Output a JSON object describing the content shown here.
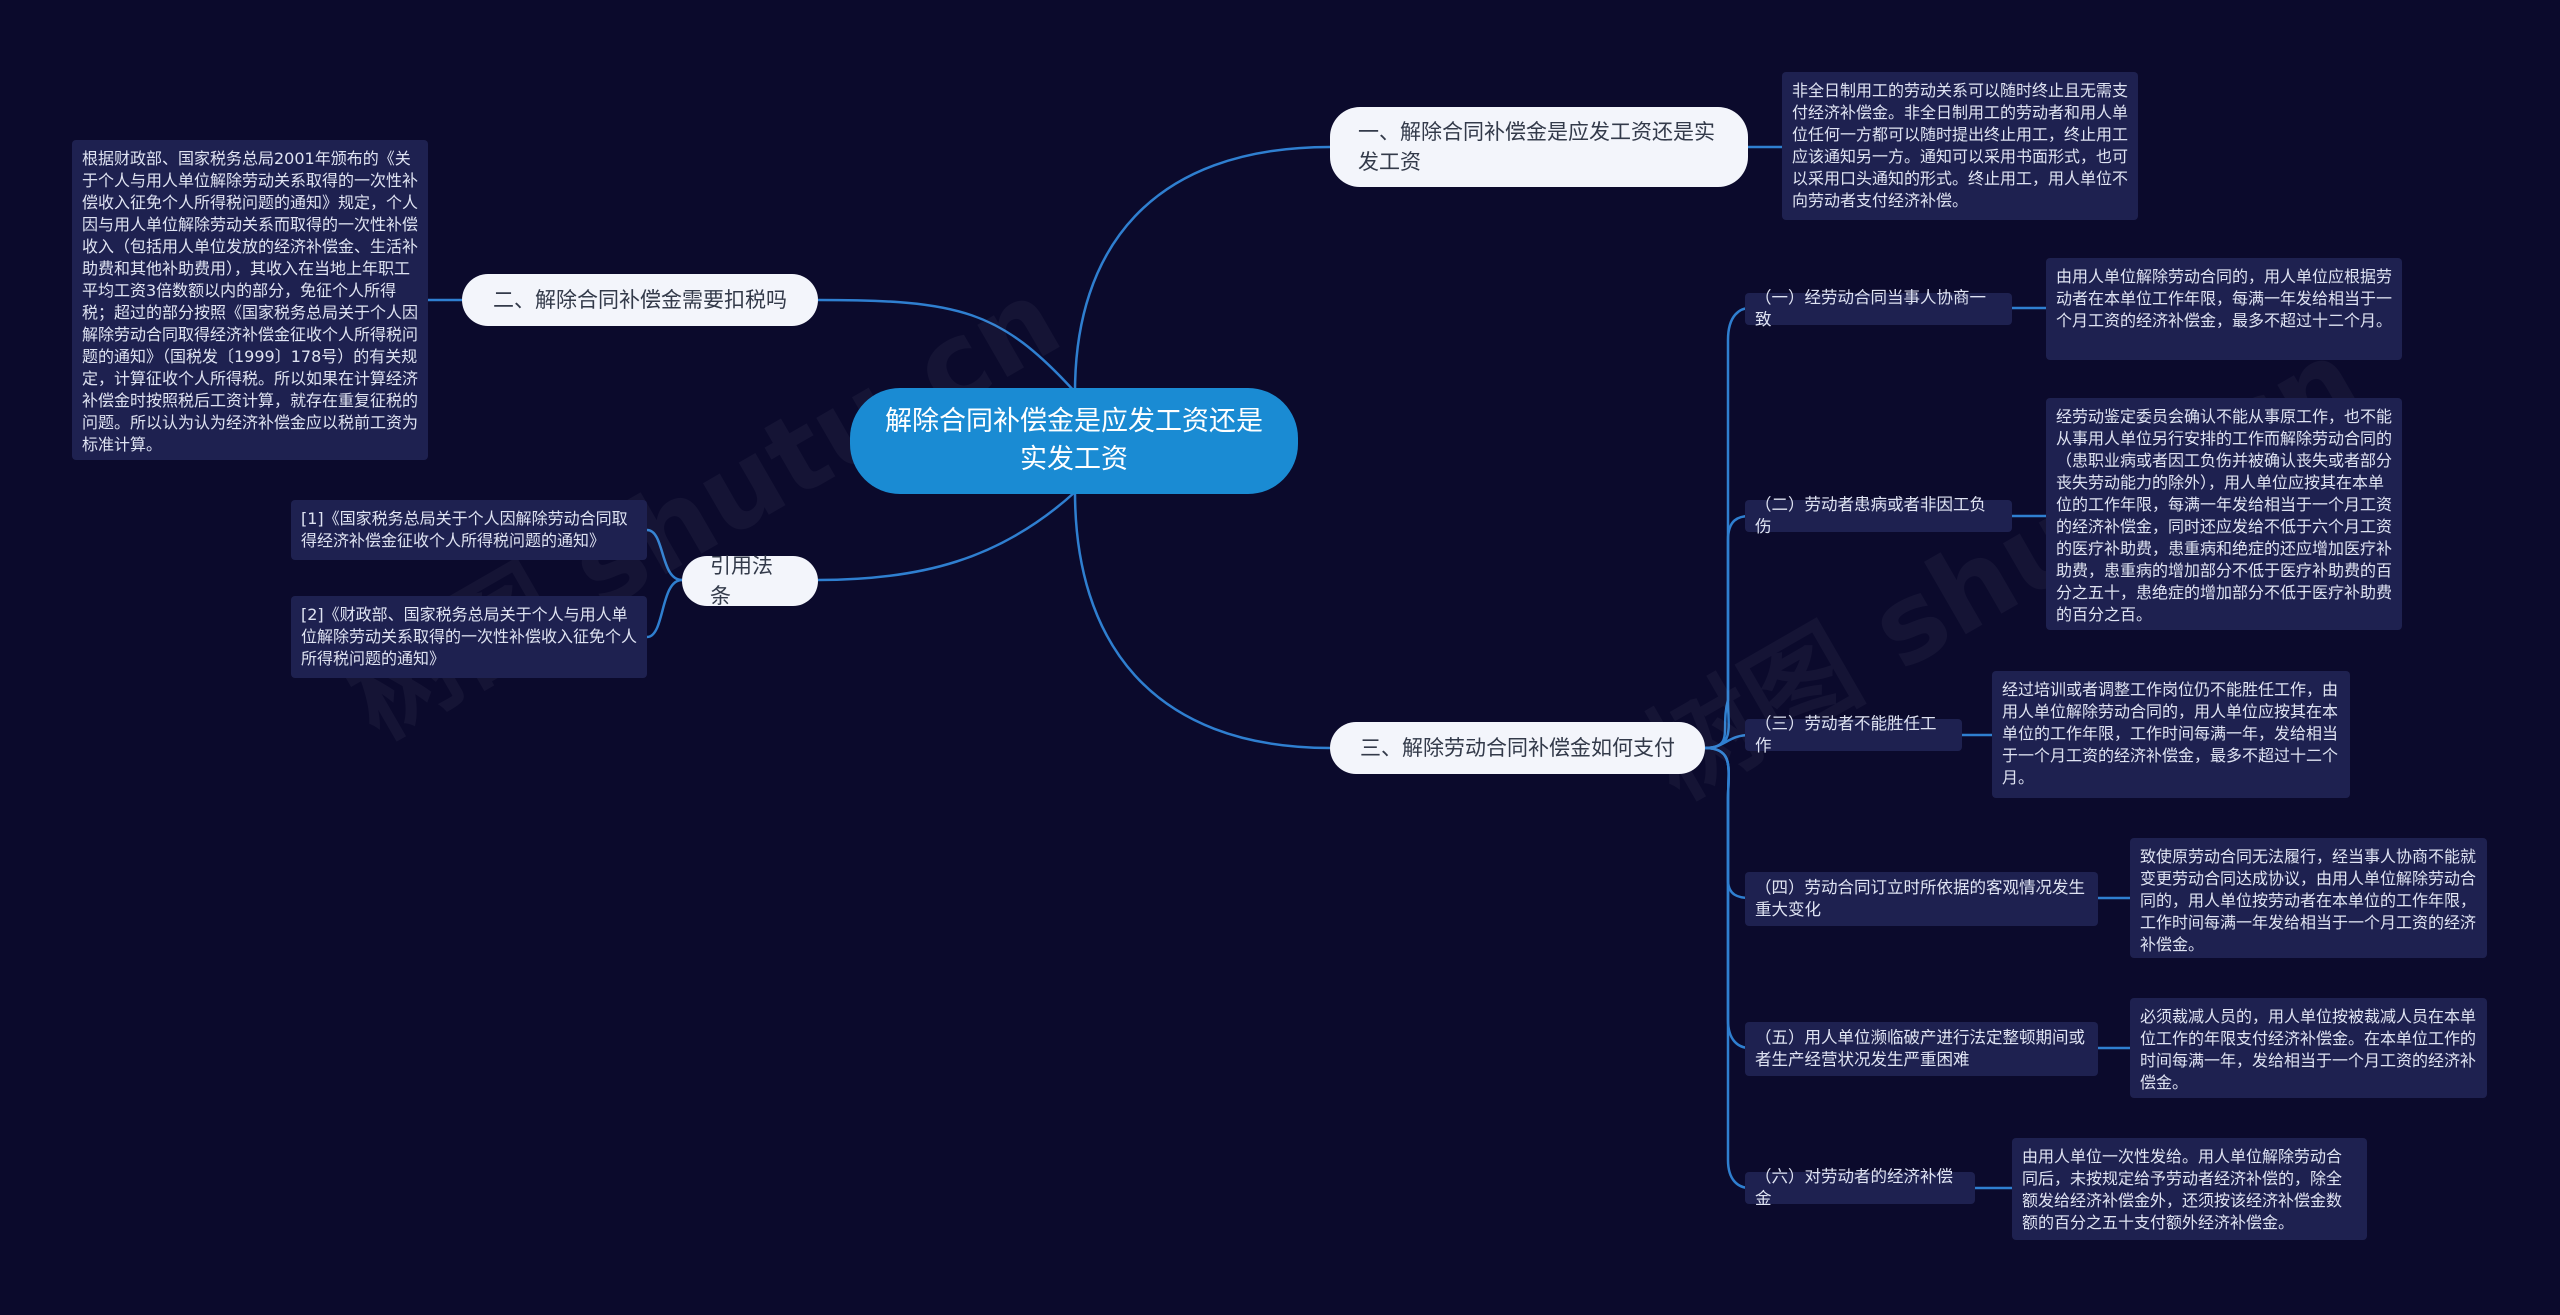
{
  "root": {
    "label": "解除合同补偿金是应发工资还是实发工资"
  },
  "watermark": "树图 shutu.cn",
  "branches": {
    "b1": {
      "label": "一、解除合同补偿金是应发工资还是实发工资",
      "text": "非全日制用工的劳动关系可以随时终止且无需支付经济补偿金。非全日制用工的劳动者和用人单位任何一方都可以随时提出终止用工，终止用工应该通知另一方。通知可以采用书面形式，也可以采用口头通知的形式。终止用工，用人单位不向劳动者支付经济补偿。"
    },
    "b2": {
      "label": "二、解除合同补偿金需要扣税吗",
      "text": "根据财政部、国家税务总局2001年颁布的《关于个人与用人单位解除劳动关系取得的一次性补偿收入征免个人所得税问题的通知》规定，个人因与用人单位解除劳动关系而取得的一次性补偿收入（包括用人单位发放的经济补偿金、生活补助费和其他补助费用），其收入在当地上年职工平均工资3倍数额以内的部分，免征个人所得税；超过的部分按照《国家税务总局关于个人因解除劳动合同取得经济补偿金征收个人所得税问题的通知》（国税发〔1999〕178号）的有关规定，计算征收个人所得税。所以如果在计算经济补偿金时按照税后工资计算，就存在重复征税的问题。所以认为认为经济补偿金应以税前工资为标准计算。"
    },
    "b3": {
      "label": "引用法条",
      "refs": [
        "[1]《国家税务总局关于个人因解除劳动合同取得经济补偿金征收个人所得税问题的通知》",
        "[2]《财政部、国家税务总局关于个人与用人单位解除劳动关系取得的一次性补偿收入征免个人所得税问题的通知》"
      ]
    },
    "b4": {
      "label": "三、解除劳动合同补偿金如何支付",
      "items": [
        {
          "label": "（一）经劳动合同当事人协商一致",
          "text": "由用人单位解除劳动合同的，用人单位应根据劳动者在本单位工作年限，每满一年发给相当于一个月工资的经济补偿金，最多不超过十二个月。"
        },
        {
          "label": "（二）劳动者患病或者非因工负伤",
          "text": "经劳动鉴定委员会确认不能从事原工作，也不能从事用人单位另行安排的工作而解除劳动合同的（患职业病或者因工负伤并被确认丧失或者部分丧失劳动能力的除外），用人单位应按其在本单位的工作年限，每满一年发给相当于一个月工资的经济补偿金，同时还应发给不低于六个月工资的医疗补助费，患重病和绝症的还应增加医疗补助费，患重病的增加部分不低于医疗补助费的百分之五十，患绝症的增加部分不低于医疗补助费的百分之百。"
        },
        {
          "label": "（三）劳动者不能胜任工作",
          "text": "经过培训或者调整工作岗位仍不能胜任工作，由用人单位解除劳动合同的，用人单位应按其在本单位的工作年限，工作时间每满一年，发给相当于一个月工资的经济补偿金，最多不超过十二个月。"
        },
        {
          "label": "（四）劳动合同订立时所依据的客观情况发生重大变化",
          "text": "致使原劳动合同无法履行，经当事人协商不能就变更劳动合同达成协议，由用人单位解除劳动合同的，用人单位按劳动者在本单位的工作年限，工作时间每满一年发给相当于一个月工资的经济补偿金。"
        },
        {
          "label": "（五）用人单位濒临破产进行法定整顿期间或者生产经营状况发生严重困难",
          "text": "必须裁减人员的，用人单位按被裁减人员在本单位工作的年限支付经济补偿金。在本单位工作的时间每满一年，发给相当于一个月工资的经济补偿金。"
        },
        {
          "label": "（六）对劳动者的经济补偿金",
          "text": "由用人单位一次性发给。用人单位解除劳动合同后，未按规定给予劳动者经济补偿的，除全额发给经济补偿金外，还须按该经济补偿金数额的百分之五十支付额外经济补偿金。"
        }
      ]
    }
  }
}
